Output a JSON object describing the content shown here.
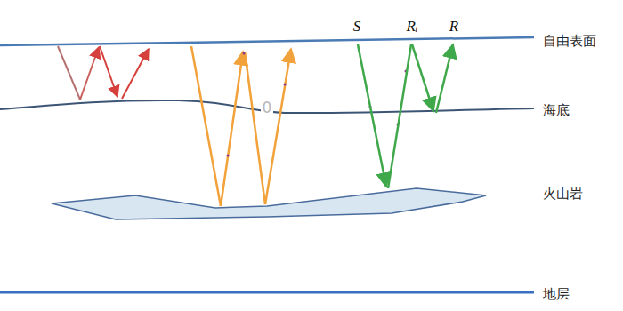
{
  "diagram": {
    "labels": [
      "自由表面",
      "海底",
      "火山岩",
      "地层",
      "S",
      "Rᵢ",
      "R",
      "0"
    ]
  }
}
